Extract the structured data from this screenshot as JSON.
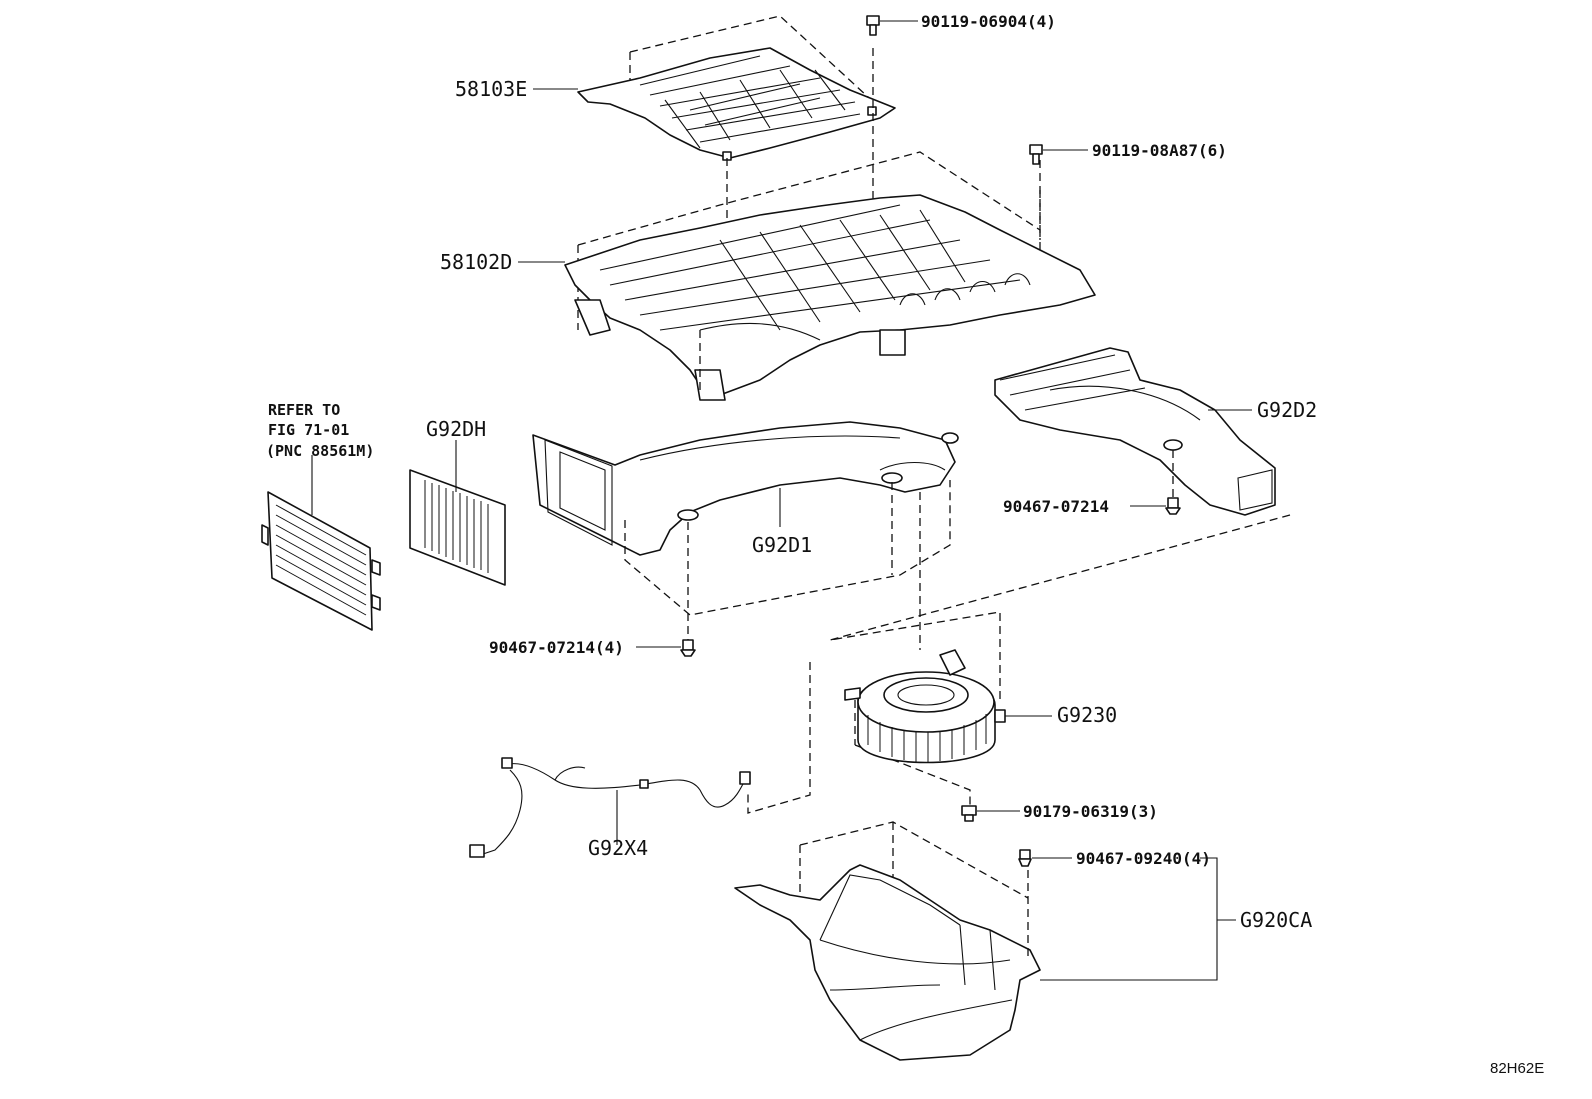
{
  "labels": {
    "p58103E": "58103E",
    "p58102D": "58102D",
    "p90119_06904": "90119-06904(4)",
    "p90119_08A87": "90119-08A87(6)",
    "refer_line1": "REFER TO",
    "refer_line2": "FIG 71-01",
    "refer_line3": "(PNC 88561M)",
    "pG92DH": "G92DH",
    "pG92D1": "G92D1",
    "pG92D2": "G92D2",
    "p90467_07214": "90467-07214",
    "p90467_07214_4": "90467-07214(4)",
    "pG9230": "G9230",
    "p90179_06319": "90179-06319(3)",
    "pG92X4": "G92X4",
    "p90467_09240": "90467-09240(4)",
    "pG920CA": "G920CA",
    "figure_code": "82H62E"
  }
}
